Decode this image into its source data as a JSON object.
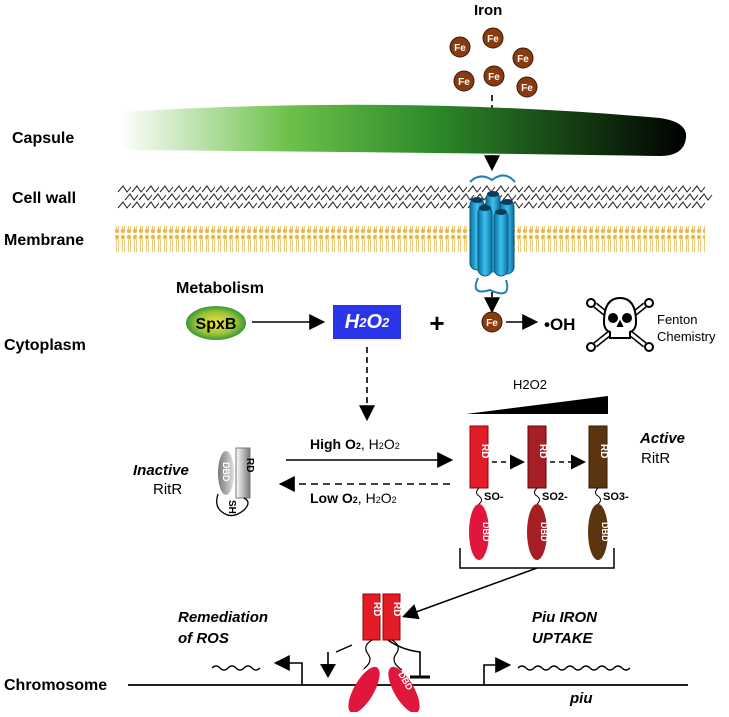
{
  "labels": {
    "iron": "Iron",
    "capsule": "Capsule",
    "cell_wall": "Cell wall",
    "membrane": "Membrane",
    "metabolism": "Metabolism",
    "cytoplasm": "Cytoplasm",
    "chromosome": "Chromosome",
    "spxb": "SpxB",
    "h2o2": "H",
    "h2o2_sub": "2",
    "h2o2_o": "O",
    "h2o2_sub2": "2",
    "plus": "+",
    "fe": "Fe",
    "hydroxyl": "•OH",
    "fenton_line1": "Fenton",
    "fenton_line2": "Chemistry",
    "gradient_label": "H2O2",
    "active_line1": "Active",
    "active_line2": "RitR",
    "inactive_line1": "Inactive",
    "inactive_line2": "RitR",
    "high_o2": "High O",
    "high_o2_tail": ", H",
    "low_o2": "Low O",
    "low_o2_tail": ", H",
    "rd": "RD",
    "dbd": "DBD",
    "sh": "SH",
    "so1": "SO-",
    "so2": "SO2-",
    "so3": "SO3-",
    "remediation_line1": "Remediation",
    "remediation_line2": "of ROS",
    "piu_line1": "Piu IRON",
    "piu_line2": "UPTAKE",
    "piu_gene": "piu"
  },
  "colors": {
    "fe_ball": "#8b3a0f",
    "capsule_start": "#ffffff",
    "capsule_mid": "#3daa2e",
    "capsule_end": "#000000",
    "membrane": "#e9b94a",
    "transporter": "#1fa2d6",
    "h2o2_box": "#2a35e8",
    "rd_red": "#e21d28",
    "rd_dark_red": "#a51f25",
    "rd_brown": "#5b3410",
    "dbd_red": "#e0163c"
  },
  "icons": {
    "skull": "skull-crossbones-icon"
  }
}
